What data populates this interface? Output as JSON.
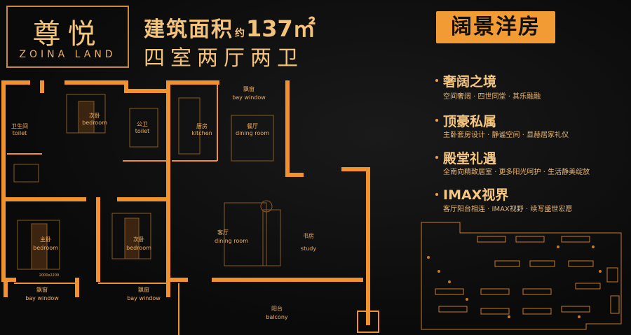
{
  "logo": {
    "cn": "尊悦",
    "en": "ZOINA LAND"
  },
  "area": {
    "prefix": "建筑面积",
    "approx": "约",
    "value": "137㎡"
  },
  "rooms": "四室两厅两卫",
  "badge": "阔景洋房",
  "features": [
    {
      "title": "奢阔之境",
      "sub": "空间奢阔 · 四世同堂 · 其乐融融"
    },
    {
      "title": "顶豪私属",
      "sub": "主卧套房设计 · 静谧空间 · 显赫居家礼仪"
    },
    {
      "title": "殿堂礼遇",
      "sub": "全南向精致居室 · 更多阳光呵护 · 生活静美绽放"
    },
    {
      "title": "IMAX视界",
      "sub": "客厅阳台相连 · IMAX视野 · 续写盛世宏愿"
    }
  ],
  "plan": {
    "toilet1": {
      "cn": "卫生间",
      "en": "toilet"
    },
    "bedroom1": {
      "cn": "次卧",
      "en": "bedroom"
    },
    "toilet2": {
      "cn": "公卫",
      "en": "toilet"
    },
    "kitchen": {
      "cn": "厨房",
      "en": "kitchen"
    },
    "dining": {
      "cn": "餐厅",
      "en": "dining room"
    },
    "bay_top": {
      "cn": "飘窗",
      "en": "bay window"
    },
    "master": {
      "cn": "主卧",
      "en": "bedroom"
    },
    "bedroom2": {
      "cn": "次卧",
      "en": "bedroom"
    },
    "living": {
      "cn": "客厅",
      "en": "dining room"
    },
    "study": {
      "cn": "书房",
      "en": "study"
    },
    "bay_left": {
      "cn": "飘窗",
      "en": "bay window"
    },
    "bay_mid": {
      "cn": "飘窗",
      "en": "bay window"
    },
    "balcony": {
      "cn": "阳台",
      "en": "balcony"
    },
    "bed_size": "2000x2200"
  },
  "colors": {
    "accent": "#f29a33",
    "wall": "#f0922e",
    "text": "#f3c27b"
  }
}
